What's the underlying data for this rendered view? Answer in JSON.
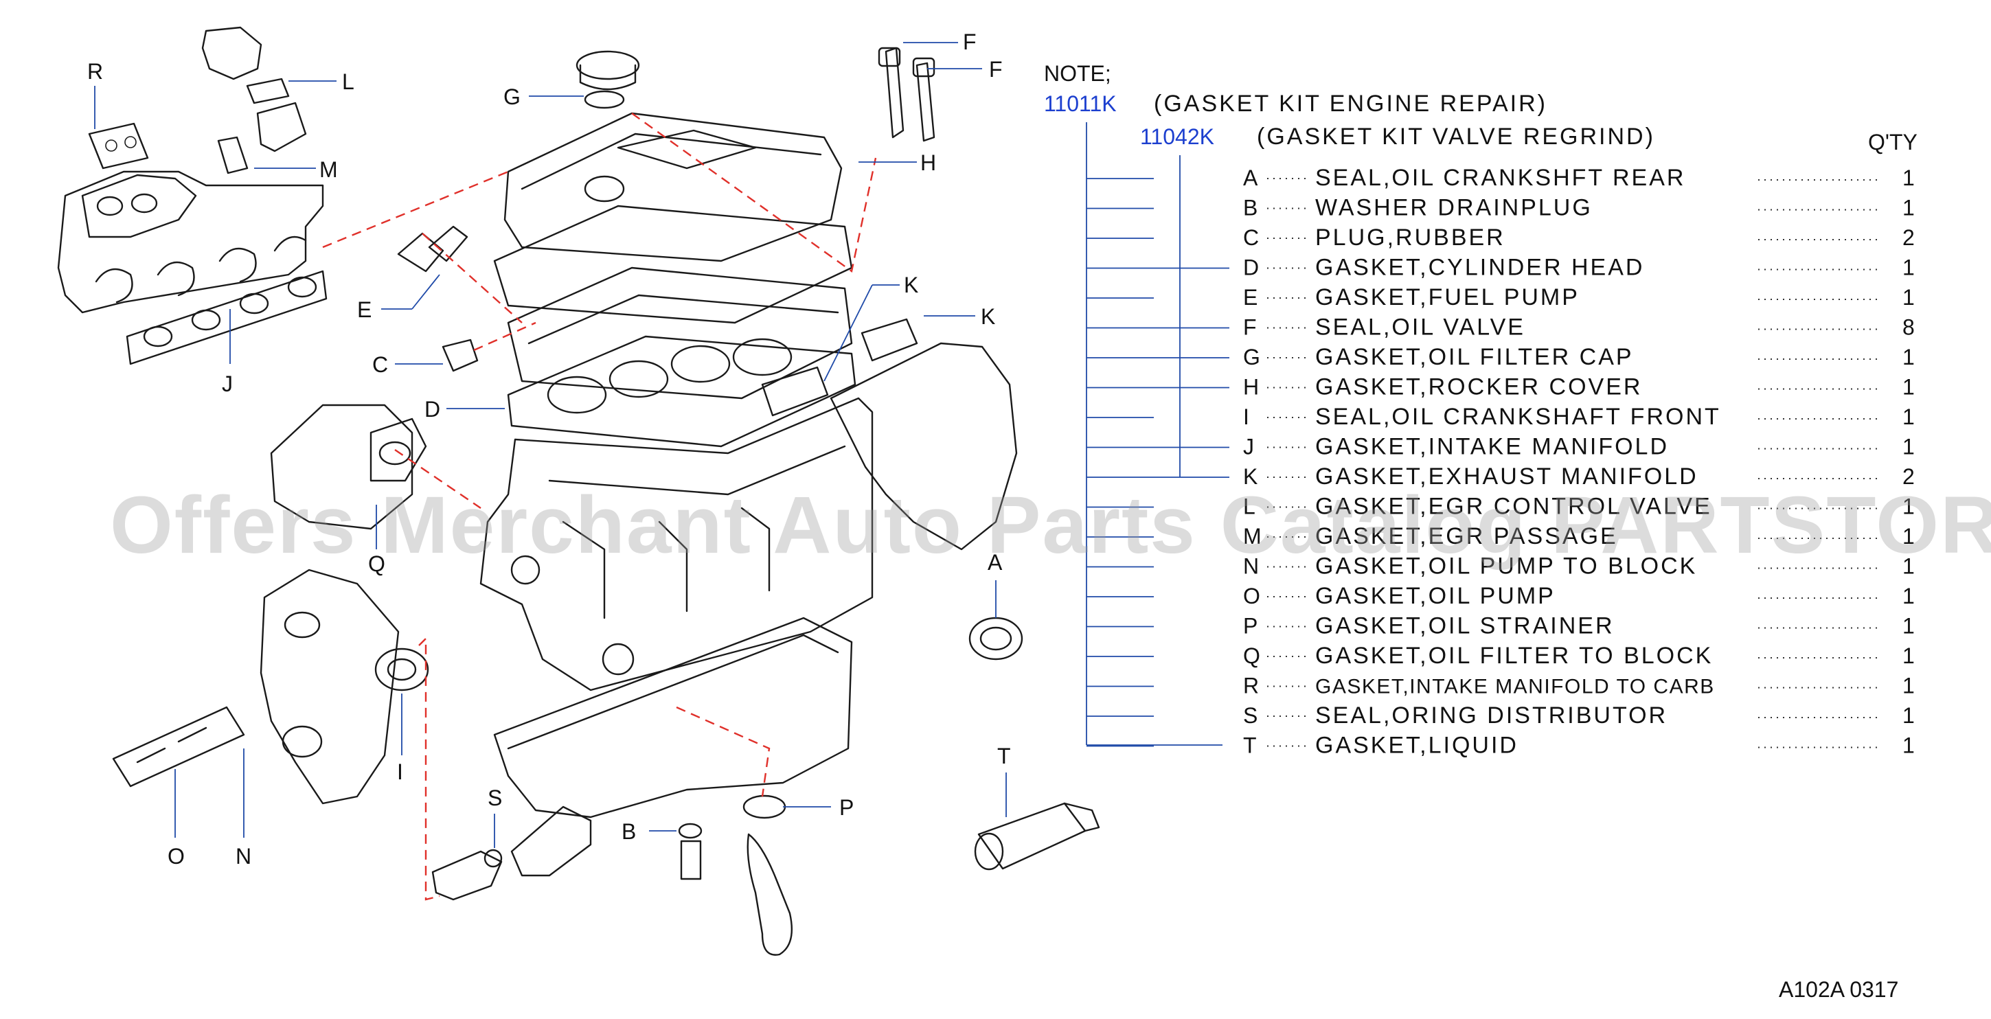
{
  "note_label": "NOTE;",
  "kit_engine": {
    "code": "11011K",
    "name": "(GASKET  KIT  ENGINE  REPAIR)"
  },
  "kit_valve": {
    "code": "11042K",
    "name": "(GASKET  KIT  VALVE  REGRIND)"
  },
  "qty_header": "Q'TY",
  "parts": [
    {
      "letter": "A",
      "name": "SEAL,OIL  CRANKSHFT  REAR",
      "qty": "1",
      "in_valve_kit": false
    },
    {
      "letter": "B",
      "name": "WASHER  DRAINPLUG",
      "qty": "1",
      "in_valve_kit": false
    },
    {
      "letter": "C",
      "name": "PLUG,RUBBER",
      "qty": "2",
      "in_valve_kit": false
    },
    {
      "letter": "D",
      "name": "GASKET,CYLINDER  HEAD",
      "qty": "1",
      "in_valve_kit": true
    },
    {
      "letter": "E",
      "name": "GASKET,FUEL  PUMP",
      "qty": "1",
      "in_valve_kit": false
    },
    {
      "letter": "F",
      "name": "SEAL,OIL  VALVE",
      "qty": "8",
      "in_valve_kit": true
    },
    {
      "letter": "G",
      "name": "GASKET,OIL  FILTER  CAP",
      "qty": "1",
      "in_valve_kit": true
    },
    {
      "letter": "H",
      "name": "GASKET,ROCKER  COVER",
      "qty": "1",
      "in_valve_kit": true
    },
    {
      "letter": "I",
      "name": "SEAL,OIL  CRANKSHAFT  FRONT",
      "qty": "1",
      "in_valve_kit": false
    },
    {
      "letter": "J",
      "name": "GASKET,INTAKE  MANIFOLD",
      "qty": "1",
      "in_valve_kit": true
    },
    {
      "letter": "K",
      "name": "GASKET,EXHAUST  MANIFOLD",
      "qty": "2",
      "in_valve_kit": true
    },
    {
      "letter": "L",
      "name": "GASKET,EGR  CONTROL  VALVE",
      "qty": "1",
      "in_valve_kit": false
    },
    {
      "letter": "M",
      "name": "GASKET,EGR  PASSAGE",
      "qty": "1",
      "in_valve_kit": false
    },
    {
      "letter": "N",
      "name": "GASKET,OIL  PUMP  TO  BLOCK",
      "qty": "1",
      "in_valve_kit": false
    },
    {
      "letter": "O",
      "name": "GASKET,OIL  PUMP",
      "qty": "1",
      "in_valve_kit": false
    },
    {
      "letter": "P",
      "name": "GASKET,OIL  STRAINER",
      "qty": "1",
      "in_valve_kit": false
    },
    {
      "letter": "Q",
      "name": "GASKET,OIL  FILTER  TO  BLOCK",
      "qty": "1",
      "in_valve_kit": false
    },
    {
      "letter": "R",
      "name": "GASKET,INTAKE  MANIFOLD  TO  CARB",
      "qty": "1",
      "in_valve_kit": false
    },
    {
      "letter": "S",
      "name": "SEAL,ORING  DISTRIBUTOR",
      "qty": "1",
      "in_valve_kit": false
    },
    {
      "letter": "T",
      "name": "GASKET,LIQUID",
      "qty": "1",
      "in_valve_kit": false
    }
  ],
  "callouts": {
    "A": "A",
    "B": "B",
    "C": "C",
    "D": "D",
    "E": "E",
    "F": "F",
    "G": "G",
    "H": "H",
    "I": "I",
    "J": "J",
    "K": "K",
    "L": "L",
    "M": "M",
    "N": "N",
    "O": "O",
    "P": "P",
    "Q": "Q",
    "R": "R",
    "S": "S",
    "T": "T"
  },
  "watermark": "Offers Merchant Auto Parts Catalog PARTSTORE.SA",
  "footer_code": "A102A   0317",
  "colors": {
    "kit_code": "#1c3fcf",
    "leader": "#1f4aa8",
    "dashed_link": "#e0302a",
    "ink": "#1a1a1a"
  }
}
